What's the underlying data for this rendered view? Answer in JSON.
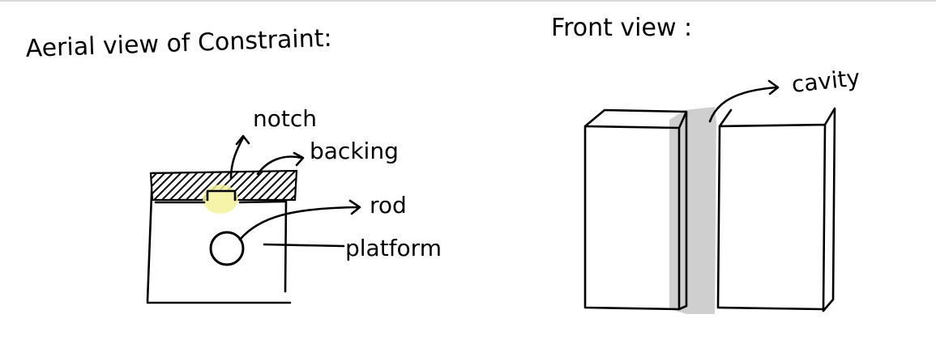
{
  "aerial": {
    "title": "Aerial view of Constraint:",
    "labels": {
      "notch": "notch",
      "backing": "backing",
      "rod": "rod",
      "platform": "platform"
    }
  },
  "front": {
    "title": "Front view :",
    "labels": {
      "cavity": "cavity"
    }
  },
  "colors": {
    "ink": "#000000",
    "highlight": "#f4f29a",
    "cavity_shade": "#cfcfcf",
    "top_border": "#d6d6d6"
  }
}
